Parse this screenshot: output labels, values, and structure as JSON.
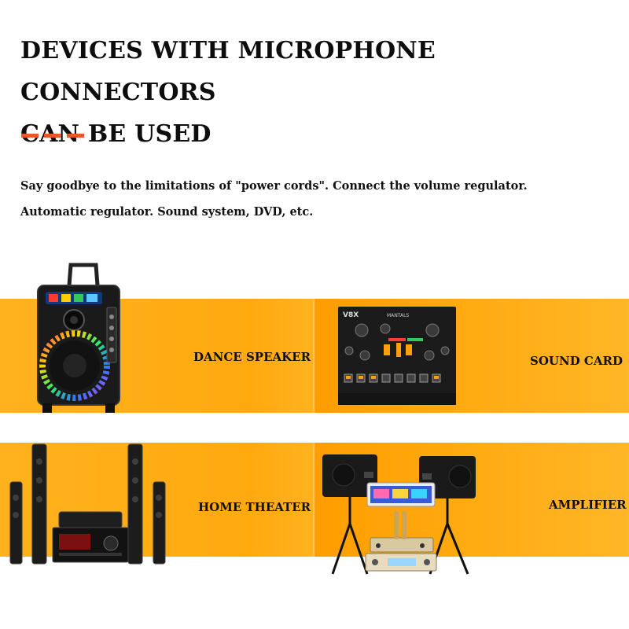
{
  "header": {
    "title_line1": "DEVICES WITH MICROPHONE CONNECTORS",
    "title_line2": "CAN BE USED"
  },
  "description": {
    "line1": "Say goodbye to the limitations of \"power cords\". Connect the volume regulator.",
    "line2": "Automatic regulator. Sound system, DVD, etc."
  },
  "devices": [
    {
      "label": "DANCE SPEAKER",
      "icon": "party-speaker-icon"
    },
    {
      "label": "SOUND CARD",
      "icon": "sound-card-icon"
    },
    {
      "label": "HOME THEATER",
      "icon": "home-theater-icon"
    },
    {
      "label": "AMPLIFIER",
      "icon": "karaoke-amplifier-icon"
    }
  ],
  "sound_card": {
    "brand": "V8X",
    "logo": "MANTALS"
  },
  "colors": {
    "accent": "#e8572a",
    "band": "#ffa90f",
    "text": "#111111"
  }
}
